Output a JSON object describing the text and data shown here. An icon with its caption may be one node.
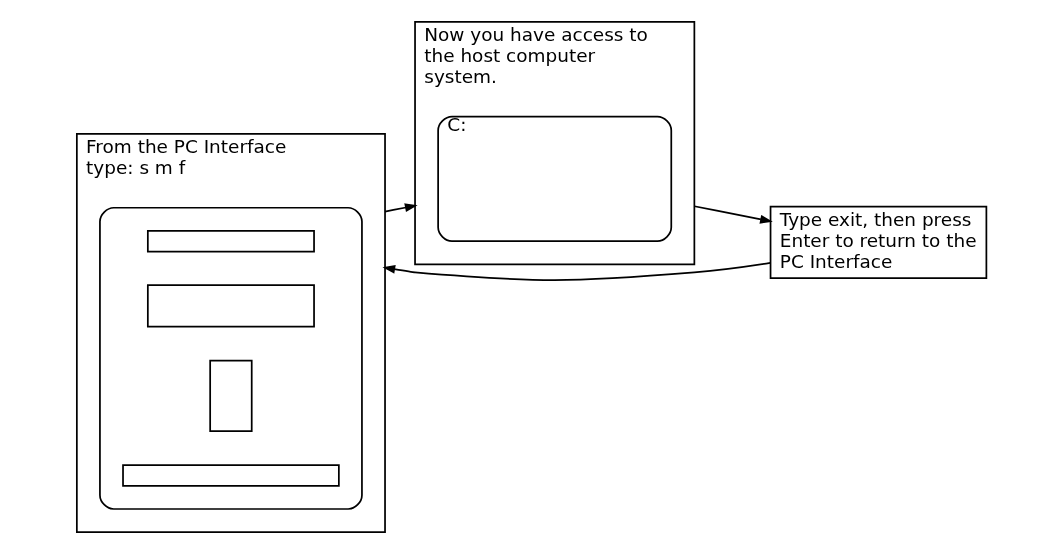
{
  "diagram": {
    "nodes": [
      {
        "text": [
          "From the PC Interface type: s m f"
        ]
      },
      {
        "text": [],
        "shape": "box",
        "in": 0
      },
      {
        "text": [],
        "shape": "box",
        "in": 1
      },
      {
        "text": [],
        "shape": "box",
        "in": 1
      },
      {
        "text": [],
        "shape": "box",
        "in": 1
      },
      {
        "text": [],
        "shape": "box",
        "in": 1
      },
      {
        "text": [
          "Now you have access to the host computer system."
        ]
      },
      {
        "text": [
          "C:"
        ],
        "in": 6
      },
      {
        "text": [
          "Type exit, then press Enter to return to the PC Interface"
        ]
      }
    ],
    "edges": [
      {
        "from": 0,
        "to": 6,
        "arrow": "to"
      },
      {
        "from": 6,
        "to": 8,
        "arrow": "to"
      },
      {
        "from": 8,
        "to": 0,
        "arrow": "to"
      }
    ]
  }
}
